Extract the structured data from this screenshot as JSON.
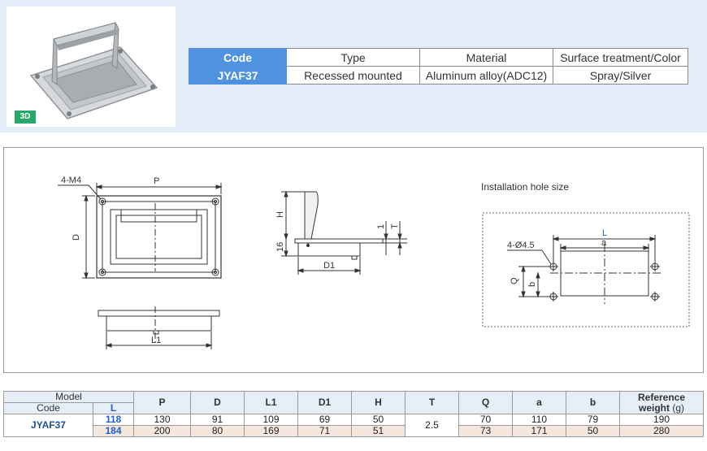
{
  "badge": "3D",
  "spec": {
    "headers": [
      "Code",
      "Type",
      "Material",
      "Surface treatment/Color"
    ],
    "values": [
      "JYAF37",
      "Recessed mounted",
      "Aluminum alloy(ADC12)",
      "Spray/Silver"
    ]
  },
  "drawing": {
    "install_title": "Installation hole size",
    "labels": {
      "m4": "4-M4",
      "p": "P",
      "d": "D",
      "l1": "L1",
      "h": "H",
      "t": "T",
      "one": "1",
      "sixteen": "16",
      "d1": "D1",
      "l": "L",
      "a": "a",
      "hole": "4-Ø4.5",
      "q": "Q",
      "b": "b"
    }
  },
  "table": {
    "header_model": "Model",
    "header_code": "Code",
    "header_l": "L",
    "columns": [
      "P",
      "D",
      "L1",
      "D1",
      "H",
      "T",
      "Q",
      "a",
      "b"
    ],
    "weight_label": "Reference",
    "weight_label2": "weight",
    "weight_unit": "(g)",
    "code": "JYAF37",
    "t_shared": "2.5",
    "rows": [
      {
        "L": "118",
        "P": "130",
        "D": "91",
        "L1": "109",
        "D1": "69",
        "H": "50",
        "Q": "70",
        "a": "110",
        "b": "79",
        "weight": "190"
      },
      {
        "L": "184",
        "P": "200",
        "D": "80",
        "L1": "169",
        "D1": "71",
        "H": "51",
        "Q": "73",
        "a": "171",
        "b": "50",
        "weight": "280"
      }
    ]
  }
}
